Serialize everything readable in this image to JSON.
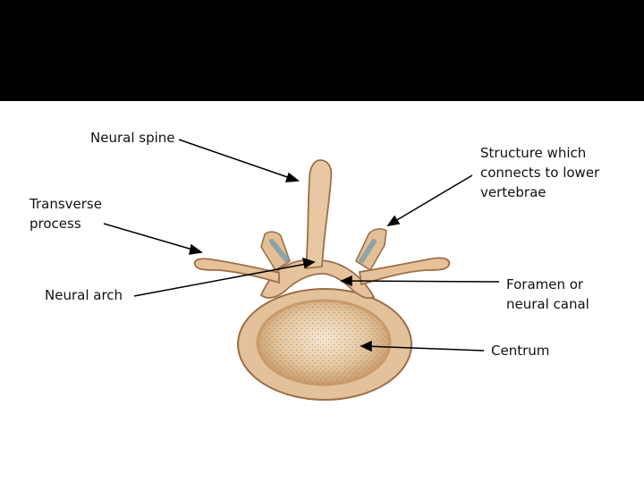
{
  "labels": {
    "neural_spine": "Neural spine",
    "transverse_process": "Transverse\nprocess",
    "neural_arch": "Neural  arch",
    "structure_lower": "Structure which\nconnects to lower\nvertebrae",
    "foramen": "Foramen or\nneural canal",
    "centrum": "Centrum"
  },
  "colors": {
    "header": "#000000",
    "bone": "#e7c6a0",
    "bone_dark": "#b98a60",
    "cancellous": "#d8b489",
    "cartilage": "#8ea3a6"
  }
}
